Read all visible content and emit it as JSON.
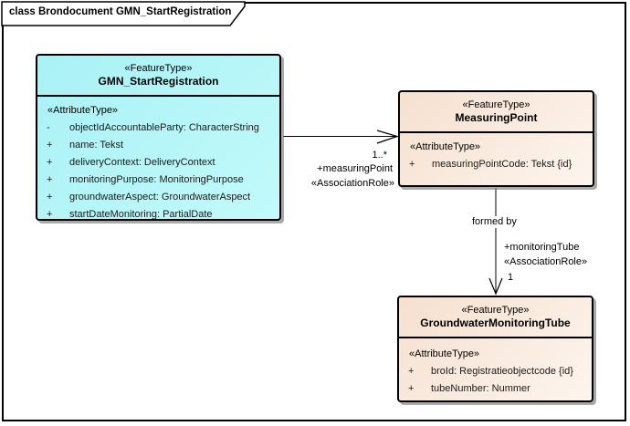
{
  "frame": {
    "title": "class Brondocument GMN_StartRegistration"
  },
  "colors": {
    "class_fill_cyan": "#b5f6f8",
    "class_fill_peach": "#f8e6d6",
    "border": "#000000",
    "shadow": "#7d7d7d"
  },
  "classes": [
    {
      "stereotype": "«FeatureType»",
      "name": "GMN_StartRegistration",
      "attr_stereotype": "«AttributeType»",
      "attributes": [
        {
          "visibility": "-",
          "signature": "objectIdAccountableParty: CharacterString"
        },
        {
          "visibility": "+",
          "signature": "name: Tekst"
        },
        {
          "visibility": "+",
          "signature": "deliveryContext: DeliveryContext"
        },
        {
          "visibility": "+",
          "signature": "monitoringPurpose: MonitoringPurpose"
        },
        {
          "visibility": "+",
          "signature": "groundwaterAspect: GroundwaterAspect"
        },
        {
          "visibility": "+",
          "signature": "startDateMonitoring: PartialDate"
        }
      ]
    },
    {
      "stereotype": "«FeatureType»",
      "name": "MeasuringPoint",
      "attr_stereotype": "«AttributeType»",
      "attributes": [
        {
          "visibility": "+",
          "signature": "measuringPointCode: Tekst {id}"
        }
      ]
    },
    {
      "stereotype": "«FeatureType»",
      "name": "GroundwaterMonitoringTube",
      "attr_stereotype": "«AttributeType»",
      "attributes": [
        {
          "visibility": "+",
          "signature": "broId: Registratieobjectcode {id}"
        },
        {
          "visibility": "+",
          "signature": "tubeNumber: Nummer"
        }
      ]
    }
  ],
  "associations": [
    {
      "from": "GMN_StartRegistration",
      "to": "MeasuringPoint",
      "name": "",
      "multiplicity": "1..*",
      "role": "+measuringPoint",
      "stereotype": "«AssociationRole»"
    },
    {
      "from": "MeasuringPoint",
      "to": "GroundwaterMonitoringTube",
      "name": "formed by",
      "multiplicity": "1",
      "role": "+monitoringTube",
      "stereotype": "«AssociationRole»"
    }
  ]
}
